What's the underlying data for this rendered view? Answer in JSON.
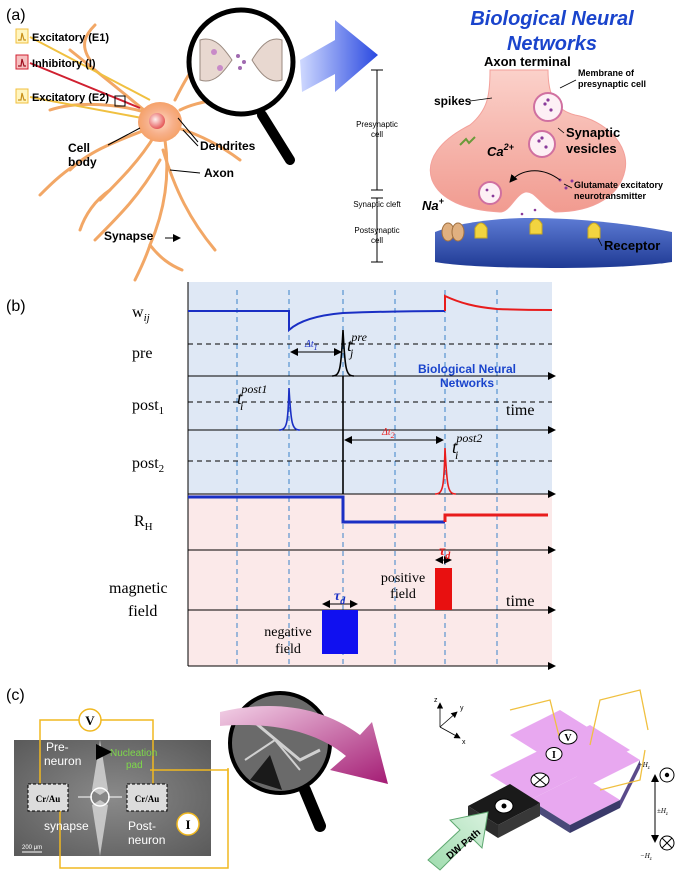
{
  "panel_a": {
    "label": "(a)",
    "title_line1": "Biological Neural",
    "title_line2": "Networks",
    "inputs": [
      "Excitatory (E1)",
      "Inhibitory (I)",
      "Excitatory (E2)"
    ],
    "neuron_labels": {
      "cell_body_1": "Cell",
      "cell_body_2": "body",
      "dendrites": "Dendrites",
      "axon": "Axon",
      "synapse": "Synapse"
    },
    "scale_labels": {
      "presynaptic_1": "Presynaptic",
      "presynaptic_2": "cell",
      "cleft": "Synaptic cleft",
      "postsynaptic_1": "Postsynaptic",
      "postsynaptic_2": "cell"
    },
    "terminal_labels": {
      "axon_terminal": "Axon terminal",
      "membrane_1": "Membrane of",
      "membrane_2": "presynaptic cell",
      "spikes": "spikes",
      "ca": "Ca",
      "ca_sup": "2+",
      "vesicles_1": "Synaptic",
      "vesicles_2": "vesicles",
      "glutamate_1": "Glutamate excitatory",
      "glutamate_2": "neurotransmitter",
      "na": "Na",
      "na_sup": "+",
      "receptor": "Receptor"
    }
  },
  "panel_b": {
    "label": "(b)",
    "rows": {
      "w": "w",
      "w_sub": "ij",
      "pre": "pre",
      "post1": "post",
      "post1_sub": "1",
      "post2": "post",
      "post2_sub": "2",
      "rh": "R",
      "rh_sub": "H",
      "mf1": "magnetic",
      "mf2": "field"
    },
    "annotations": {
      "t_pre": "t",
      "t_pre_sub": "j",
      "t_pre_sup": "pre",
      "t_post1": "t",
      "t_post1_sub": "i",
      "t_post1_sup": "post1",
      "t_post2": "t",
      "t_post2_sub": "i",
      "t_post2_sup": "post2",
      "dt1": "Δt",
      "dt1_sub": "1",
      "dt2": "Δt",
      "dt2_sub": "2",
      "tau": "τ",
      "tau_sub": "d",
      "time": "time",
      "bnn1": "Biological Neural",
      "bnn2": "Networks",
      "positive_1": "positive",
      "positive_2": "field",
      "negative_1": "negative",
      "negative_2": "field"
    }
  },
  "panel_c": {
    "label": "(c)",
    "v": "V",
    "i": "I",
    "pre_neuron_1": "Pre-",
    "pre_neuron_2": "neuron",
    "nucleation_1": "Nucleation",
    "nucleation_2": "pad",
    "cr_au_left": "Cr/Au",
    "cr_au_right": "Cr/Au",
    "synapse": "synapse",
    "post_neuron_1": "Post-",
    "post_neuron_2": "neuron",
    "scale": "200 μm",
    "axis_z": "z",
    "axis_y": "y",
    "axis_x": "x",
    "hz_plus": "+H",
    "hz_pm": "±H",
    "hz_minus": "−H",
    "hz_sub": "z",
    "dw_path": "DW Path"
  },
  "colors": {
    "blue_line": "#1a2fc4",
    "red_line": "#e81c1c",
    "bg_top": "#dfe8f5",
    "bg_bottom": "#fbe9e9",
    "title_blue": "#1a44cc",
    "neuron_orange": "#f2a766",
    "terminal_pink": "#f5b8b0",
    "pad_purple": "#e8a8f0",
    "frame_gold": "#f0c040"
  }
}
